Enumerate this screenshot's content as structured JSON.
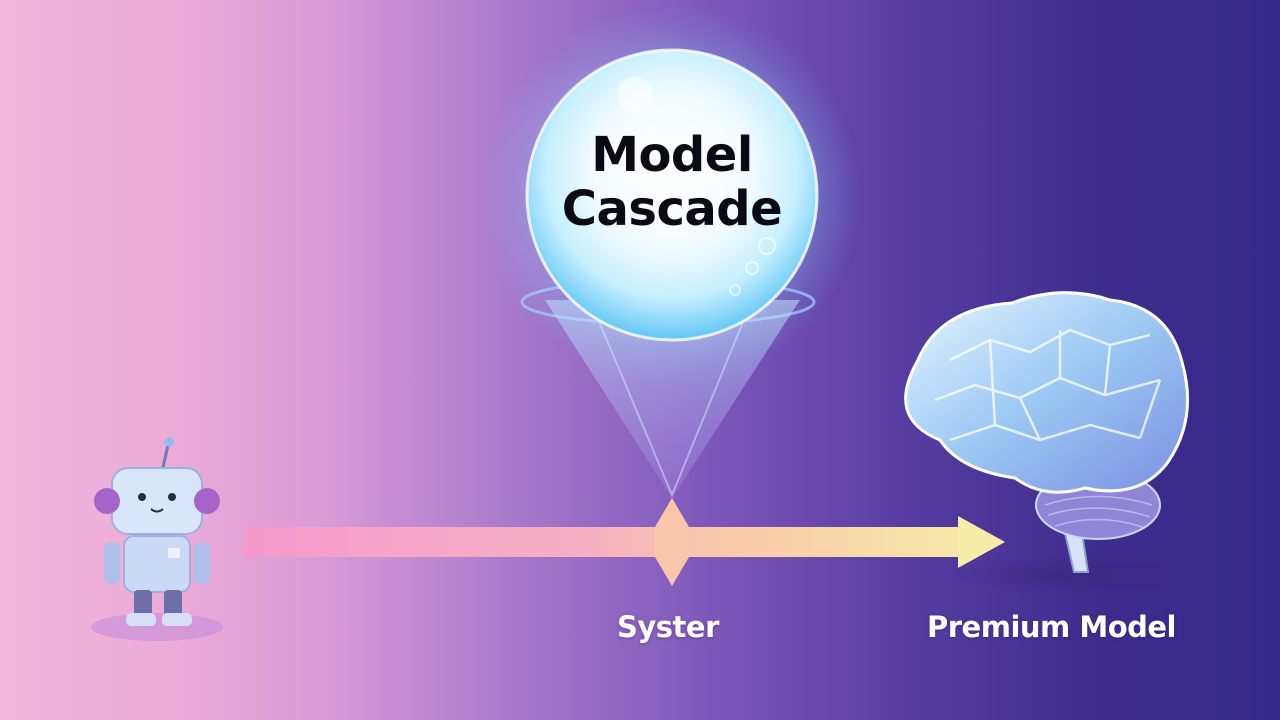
{
  "title": {
    "line1": "Model",
    "line2": "Cascade"
  },
  "labels": {
    "system": "Syster",
    "premium": "Premium Model"
  },
  "icons": {
    "small_model": "robot-icon",
    "premium_model": "brain-icon",
    "router": "glowing-sphere-funnel"
  },
  "colors": {
    "background_left": "#f2b6dd",
    "background_right": "#36288a",
    "arrow_start": "#f59acb",
    "arrow_end": "#f8eda8",
    "sphere_glow": "#8fe3ff"
  }
}
